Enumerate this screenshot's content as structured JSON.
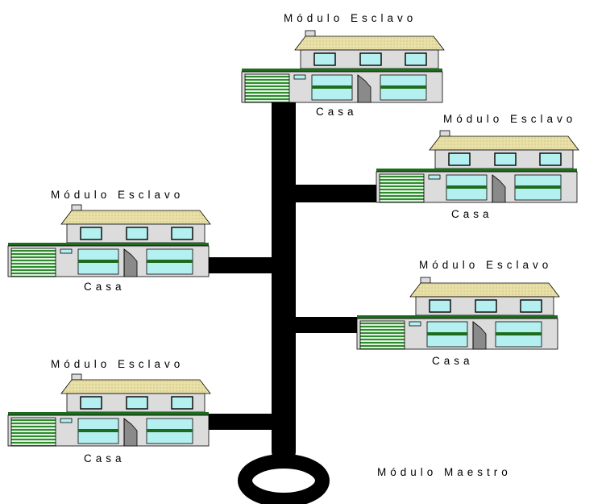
{
  "labels": {
    "slave_module": "Módulo Esclavo",
    "house": "Casa",
    "master_module": "Módulo Maestro"
  },
  "houses": [
    {
      "id": "top"
    },
    {
      "id": "right-upper"
    },
    {
      "id": "left-upper"
    },
    {
      "id": "right-lower"
    },
    {
      "id": "left-lower"
    }
  ],
  "colors": {
    "roof": "#e8e0a6",
    "wall": "#dcdcdc",
    "trim": "#1e6b1e",
    "window_glass": "#b4f0f0",
    "garage_stripes": "#2e8b2e",
    "bus": "#000000"
  }
}
